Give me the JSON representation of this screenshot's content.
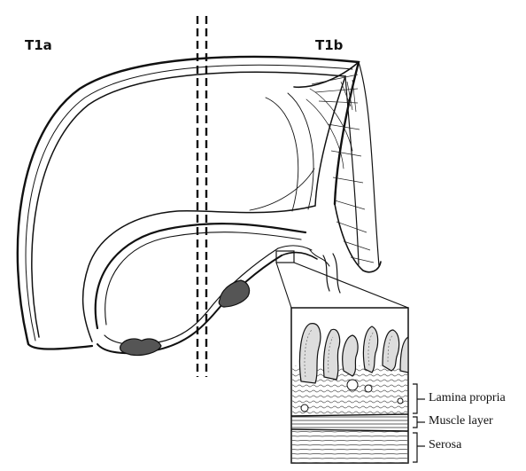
{
  "labels": {
    "left_stage": "T1a",
    "right_stage": "T1b"
  },
  "layers": [
    {
      "id": "lamina",
      "label": "Lamina propria"
    },
    {
      "id": "muscle",
      "label": "Muscle layer"
    },
    {
      "id": "serosa",
      "label": "Serosa"
    }
  ]
}
